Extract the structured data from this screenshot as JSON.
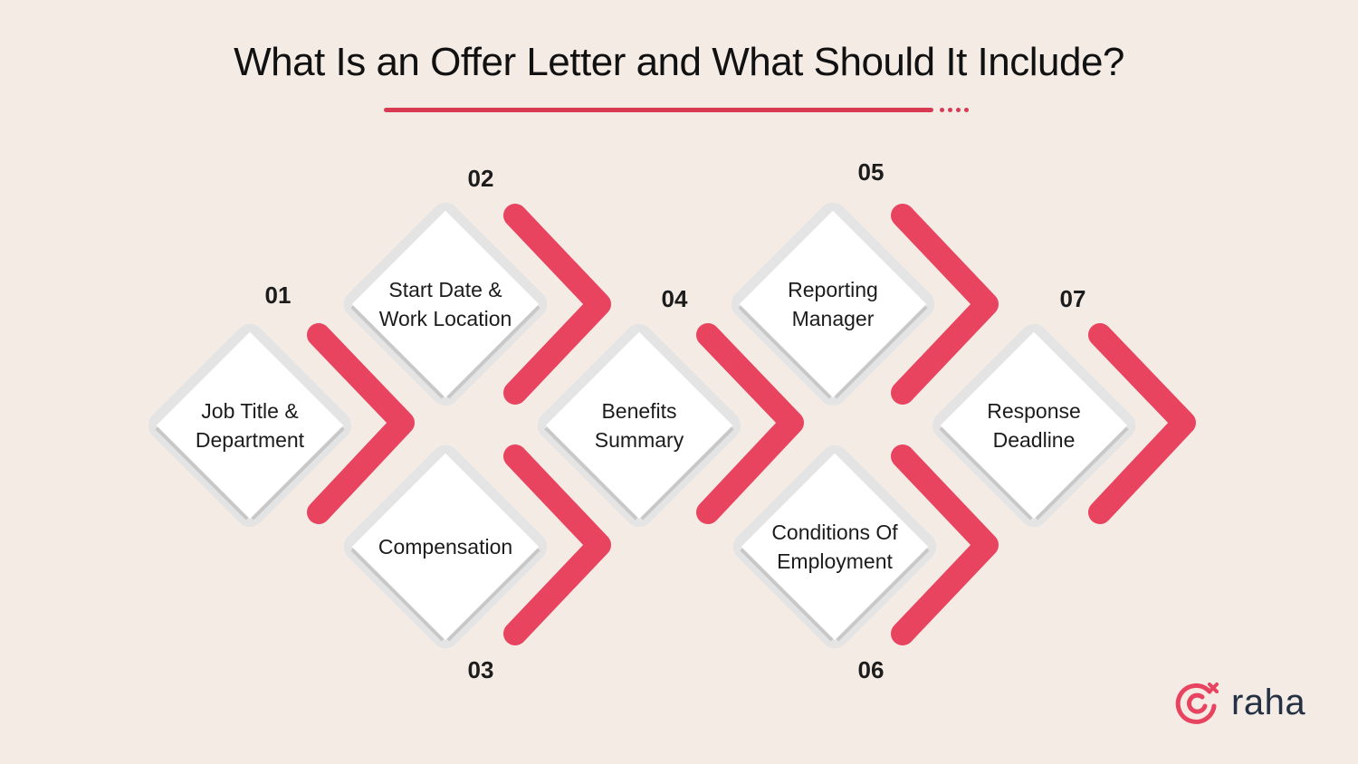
{
  "title": "What Is an Offer Letter and What Should It Include?",
  "colors": {
    "background": "#f4ebe5",
    "accent": "#e8435f",
    "diamond_border": "#e4e4e4",
    "diamond_fill": "#ffffff",
    "text": "#1c1c1c",
    "logo_text": "#243044"
  },
  "steps": [
    {
      "number": "01",
      "label": "Job Title &\nDepartment"
    },
    {
      "number": "02",
      "label": "Start Date &\nWork Location"
    },
    {
      "number": "03",
      "label": "Compensation"
    },
    {
      "number": "04",
      "label": "Benefits\nSummary"
    },
    {
      "number": "05",
      "label": "Reporting\nManager"
    },
    {
      "number": "06",
      "label": "Conditions Of\nEmployment"
    },
    {
      "number": "07",
      "label": "Response\nDeadline"
    }
  ],
  "logo": {
    "text": "raha",
    "icon": "target-x-icon"
  }
}
